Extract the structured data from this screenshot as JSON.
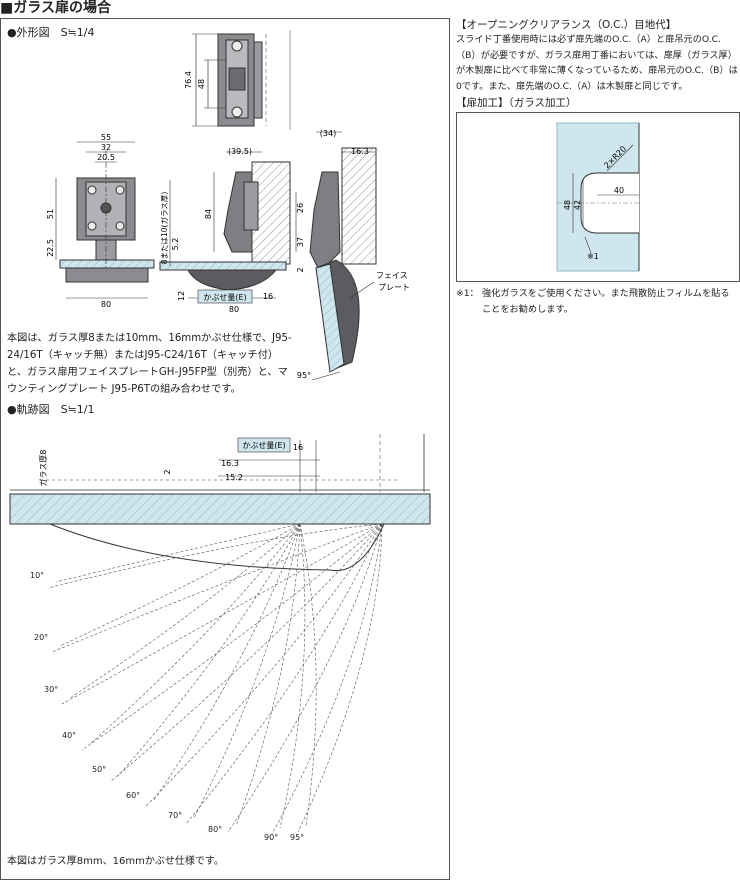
{
  "page": {
    "title": "■ガラス扉の場合"
  },
  "outline": {
    "heading": "●外形図　S≒1/4",
    "dims": {
      "d76_4": "76.4",
      "d48": "48",
      "d55": "55",
      "d32": "32",
      "d20_5": "20.5",
      "d51": "51",
      "d22_5": "22.5",
      "d80a": "80",
      "d39_5": "(39.5)",
      "d84": "84",
      "d8or10": "8または10(ガラス厚)",
      "d5_2": "5.2",
      "d26": "26",
      "d37": "37",
      "d2": "2",
      "d12": "12",
      "d16": "16",
      "d80b": "80",
      "d34": "(34)",
      "d16_3": "16.3",
      "d95": "95°"
    },
    "overlay_label": "かぶせ量(E)",
    "faceplate_label": "フェイス\nプレート",
    "description": "本図は、ガラス厚8または10mm、16mmかぶせ仕様で、J95-24/16T（キャッチ無）またはJ95-C24/16T（キャッチ付）と、ガラス扉用フェイスプレートGH-J95FP型（別売）と、マウンティングプレート J95-P6Tの組み合わせです。"
  },
  "trajectory": {
    "heading": "●軌跡図　S≒1/1",
    "overlay_label": "かぶせ量(E)",
    "glass_label": "ガラス厚8",
    "dims": {
      "d16": "16",
      "d16_3": "16.3",
      "d15_2": "15.2",
      "d2": "2"
    },
    "angles": [
      "10°",
      "20°",
      "30°",
      "40°",
      "50°",
      "60°",
      "70°",
      "80°",
      "90°",
      "95°"
    ],
    "note": "本図はガラス厚8mm、16mmかぶせ仕様です。"
  },
  "clearance": {
    "heading": "【オープニングクリアランス（O.C.）目地代】",
    "text": "スライド丁番使用時には必ず扉先端のO.C.（A）と扉吊元のO.C.（B）が必要ですが、ガラス扉用丁番においては、扉厚（ガラス厚）が木製扉に比べて非常に薄くなっているため、扉吊元のO.C.（B）は0です。また、扉先端のO.C.（A）は木製扉と同じです。"
  },
  "processing": {
    "heading": "【扉加工】（ガラス加工）",
    "dims": {
      "r20": "2×R20",
      "d40": "40",
      "d48": "48",
      "d42": "42",
      "note_mark": "※1"
    },
    "footnote_mark": "※1：",
    "footnote": "強化ガラスをご使用ください。また飛散防止フィルムを貼ることをお勧めします。"
  },
  "colors": {
    "glass": "#cfe6ef",
    "hinge": "#7d7f83",
    "line": "#333333"
  }
}
